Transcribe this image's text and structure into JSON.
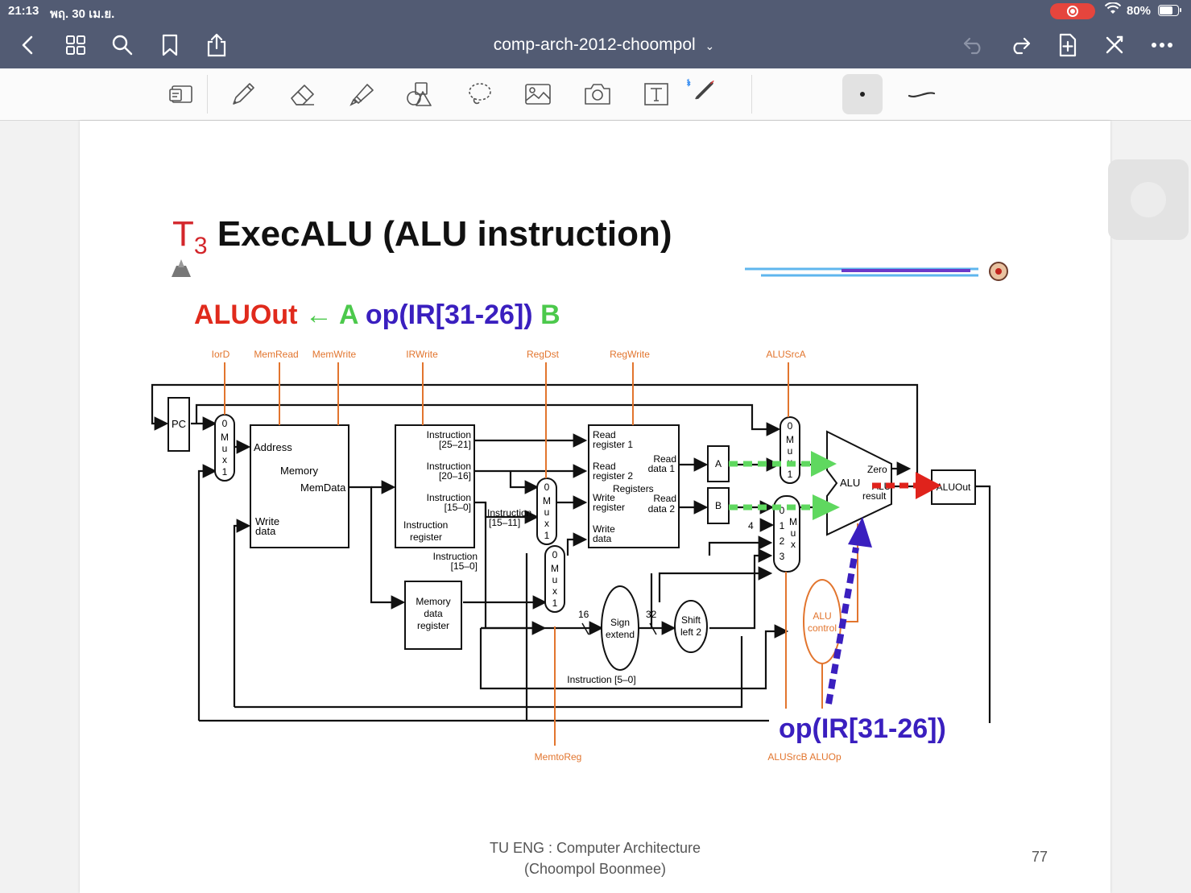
{
  "status_bar": {
    "time": "21:13",
    "date": "พฤ. 30 เม.ย.",
    "battery_percent": "80%",
    "battery_level": 0.8
  },
  "nav": {
    "document_title": "comp-arch-2012-choompol",
    "left_icons": [
      "back-icon",
      "grid-icon",
      "search-icon",
      "bookmark-icon",
      "share-icon"
    ],
    "right_icons": [
      "undo-icon",
      "redo-icon",
      "add-page-icon",
      "close-icon",
      "more-icon"
    ]
  },
  "toolbar": {
    "tools": [
      "page-view-icon",
      "pen-icon",
      "eraser-icon",
      "highlighter-icon",
      "shapes-icon",
      "lasso-icon",
      "image-icon",
      "camera-icon",
      "text-icon",
      "bluetooth-stylus-icon",
      "dot-size-icon",
      "stroke-style-icon"
    ],
    "selected_tool": "dot-size-icon"
  },
  "slide": {
    "title_prefix": "T",
    "title_sub": "3",
    "title": "ExecALU (ALU instruction)",
    "eq_aluout": "ALUOut",
    "eq_arrow_a": "← A",
    "eq_op": "op(IR[31-26])",
    "eq_b": "B",
    "annotation_op": "op(IR[31-26])",
    "footer_line1": "TU ENG : Computer Architecture",
    "footer_line2": "(Choompol Boonmee)",
    "page_number": "77"
  },
  "diagram": {
    "control_signals": {
      "iord": "IorD",
      "memread": "MemRead",
      "memwrite": "MemWrite",
      "irwrite": "IRWrite",
      "regdst": "RegDst",
      "regwrite": "RegWrite",
      "alusrca": "ALUSrcA",
      "memtoreg": "MemtoReg",
      "alusrcb_aluop": "ALUSrcB ALUOp"
    },
    "pc": "PC",
    "mux_letters": [
      "M",
      "u",
      "x"
    ],
    "mux_0": "0",
    "mux_1": "1",
    "mux_2": "2",
    "mux_3": "3",
    "mem_address": "Address",
    "mem_memory": "Memory",
    "mem_memdata": "MemData",
    "mem_write": "Write",
    "mem_data": "data",
    "ir_inst_25_21": [
      "Instruction",
      "[25–21]"
    ],
    "ir_inst_20_16": [
      "Instruction",
      "[20–16]"
    ],
    "ir_inst_15_0": [
      "Instruction",
      "[15–0]"
    ],
    "ir_label": [
      "Instruction",
      "register"
    ],
    "ir_below": [
      "Instruction",
      "[15–0]"
    ],
    "inst_15_11": [
      "Instruction",
      "[15–11]"
    ],
    "mdr": [
      "Memory",
      "data",
      "register"
    ],
    "reg_read1": [
      "Read",
      "register 1"
    ],
    "reg_read2": [
      "Read",
      "register 2"
    ],
    "reg_registers": "Registers",
    "reg_write": [
      "Write",
      "register"
    ],
    "reg_wdata": [
      "Write",
      "data"
    ],
    "reg_rdata1": [
      "Read",
      "data 1"
    ],
    "reg_rdata2": [
      "Read",
      "data 2"
    ],
    "reg_a": "A",
    "reg_b": "B",
    "const_4": "4",
    "alu": "ALU",
    "alu_zero": "Zero",
    "alu_result": [
      "ALU",
      "result"
    ],
    "aluout": "ALUOut",
    "sign_extend": [
      "Sign",
      "extend"
    ],
    "shift_left": [
      "Shift",
      "left 2"
    ],
    "bits_16": "16",
    "bits_32": "32",
    "alu_control": [
      "ALU",
      "control"
    ],
    "inst_5_0": "Instruction [5–0]"
  },
  "colors": {
    "nav_bg": "#525b73",
    "title_red": "#d3262b",
    "highlight_green": "#5fd85f",
    "highlight_red": "#e0231c",
    "highlight_purple": "#3a1fbf",
    "control_orange": "#e2752e"
  }
}
